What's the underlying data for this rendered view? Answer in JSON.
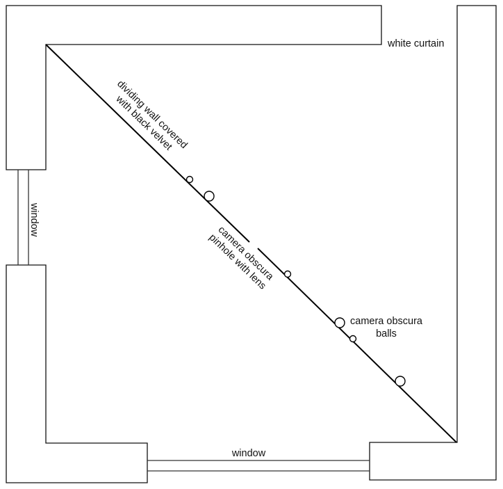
{
  "labels": {
    "white_curtain": "white curtain",
    "dividing_wall_line1": "dividing wall covered",
    "dividing_wall_line2": "with black velvet",
    "pinhole_line1": "camera obscura",
    "pinhole_line2": "pinhole with lens",
    "balls_line1": "camera obscura",
    "balls_line2": "balls",
    "window_left": "window",
    "window_bottom": "window"
  },
  "colors": {
    "stroke": "#111111",
    "background": "#ffffff"
  }
}
